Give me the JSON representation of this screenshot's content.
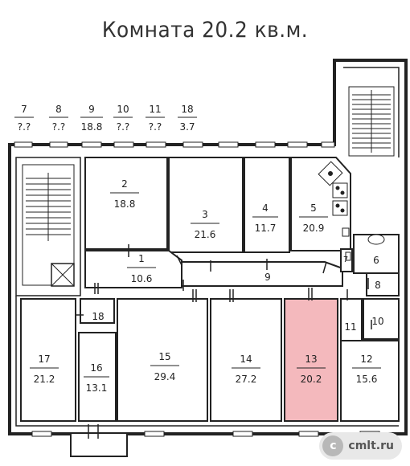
{
  "title": "Комната 20.2 кв.м.",
  "highlight_color": "#f4b9bd",
  "top_labels": [
    {
      "num": "7",
      "area": "?.?"
    },
    {
      "num": "8",
      "area": "?.?"
    },
    {
      "num": "9",
      "area": "18.8"
    },
    {
      "num": "10",
      "area": "?.?"
    },
    {
      "num": "11",
      "area": "?.?"
    },
    {
      "num": "18",
      "area": "3.7"
    }
  ],
  "rooms": [
    {
      "num": "2",
      "area": "18.8"
    },
    {
      "num": "3",
      "area": "21.6"
    },
    {
      "num": "4",
      "area": "11.7"
    },
    {
      "num": "5",
      "area": "20.9"
    },
    {
      "num": "1",
      "area": "10.6"
    },
    {
      "num": "9",
      "area": ""
    },
    {
      "num": "6",
      "area": ""
    },
    {
      "num": "7",
      "area": ""
    },
    {
      "num": "8",
      "area": ""
    },
    {
      "num": "18",
      "area": ""
    },
    {
      "num": "17",
      "area": "21.2"
    },
    {
      "num": "16",
      "area": "13.1"
    },
    {
      "num": "15",
      "area": "29.4"
    },
    {
      "num": "14",
      "area": "27.2"
    },
    {
      "num": "13",
      "area": "20.2"
    },
    {
      "num": "12",
      "area": "15.6"
    },
    {
      "num": "11",
      "area": ""
    },
    {
      "num": "10",
      "area": ""
    }
  ],
  "watermark": {
    "icon": "c",
    "text": "cmlt.ru"
  }
}
